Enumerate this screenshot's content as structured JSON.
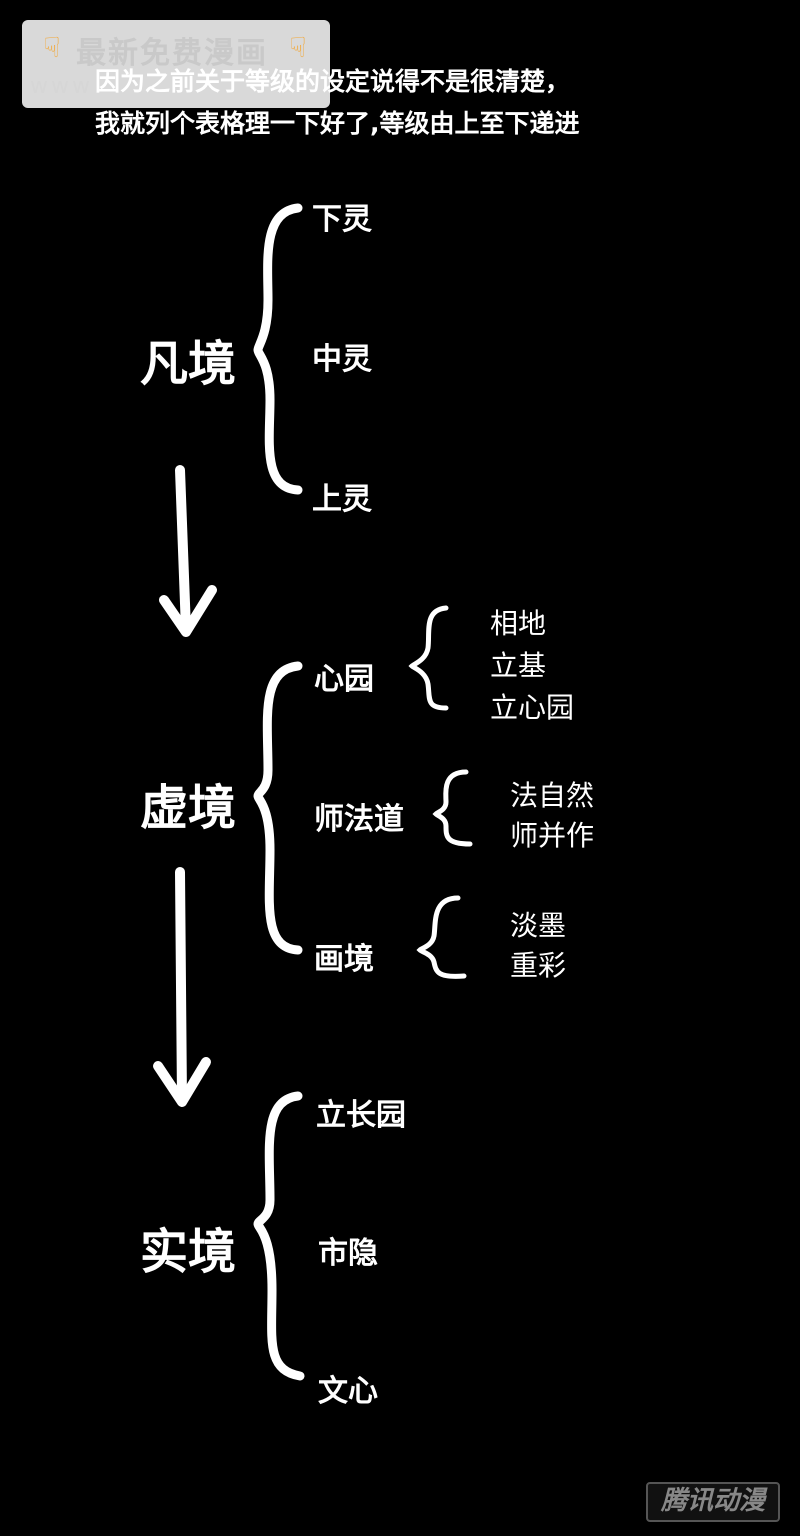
{
  "watermark": {
    "title": "最新免费漫画",
    "url": "www",
    "icon": "pointing-down-hand-icon"
  },
  "intro": {
    "line1": "因为之前关于等级的设定说得不是很清楚，",
    "line2": "我就列个表格理一下好了,等级由上至下递进"
  },
  "realms": [
    {
      "name": "凡境",
      "levels": [
        "下灵",
        "中灵",
        "上灵"
      ]
    },
    {
      "name": "虚境",
      "levels": [
        "心园",
        "师法道",
        "画境"
      ],
      "sublevels": [
        [
          "相地",
          "立基",
          "立心园"
        ],
        [
          "法自然",
          "师并作"
        ],
        [
          "淡墨",
          "重彩"
        ]
      ]
    },
    {
      "name": "实境",
      "levels": [
        "立长园",
        "市隐",
        "文心"
      ]
    }
  ],
  "corner_logo": "腾讯动漫",
  "colors": {
    "background": "#000000",
    "text": "#ffffff",
    "watermark_bg": "#ebebeb"
  }
}
